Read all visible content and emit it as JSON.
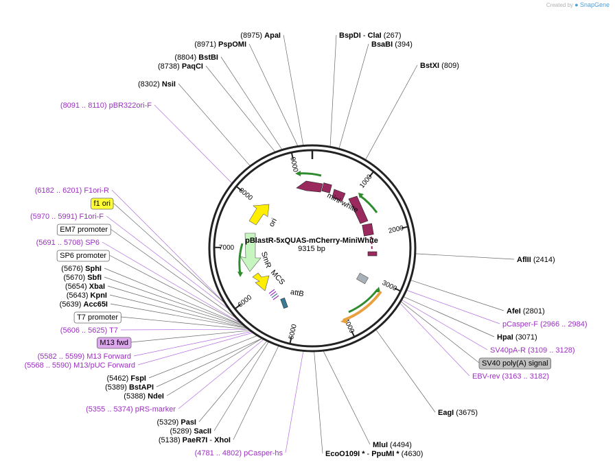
{
  "credit": {
    "prefix": "Created by",
    "brand": "SnapGene"
  },
  "plasmid": {
    "name": "pBlastR-5xQUAS-mCherry-MiniWhite",
    "size": "9315 bp"
  },
  "ticks": [
    "1000",
    "2000",
    "3000",
    "4000",
    "5000",
    "6000",
    "7000",
    "8000",
    "9000"
  ],
  "features": [
    "mini-white",
    "ori",
    "SmR",
    "MCS",
    "attB"
  ],
  "labels": {
    "ApaI": {
      "name": "ApaI",
      "pos": "(8975)"
    },
    "PspOMI": {
      "name": "PspOMI",
      "pos": "(8971)"
    },
    "BstBI": {
      "name": "BstBI",
      "pos": "(8804)"
    },
    "PaqCI": {
      "name": "PaqCI",
      "pos": "(8738)"
    },
    "NsiI": {
      "name": "NsiI",
      "pos": "(8302)"
    },
    "pBR322oriF": {
      "name": "pBR322ori-F",
      "pos": "(8091 .. 8110)"
    },
    "BspDI": {
      "name": "BspDI",
      "sep": "-",
      "name2": "ClaI",
      "pos": "(267)"
    },
    "BsaBI": {
      "name": "BsaBI",
      "pos": "(394)"
    },
    "BstXI": {
      "name": "BstXI",
      "pos": "(809)"
    },
    "AflII": {
      "name": "AflII",
      "pos": "(2414)"
    },
    "AfeI": {
      "name": "AfeI",
      "pos": "(2801)"
    },
    "pCasperF": {
      "name": "pCasper-F",
      "pos": "(2966 .. 2984)"
    },
    "HpaI": {
      "name": "HpaI",
      "pos": "(3071)"
    },
    "SV40pAR": {
      "name": "SV40pA-R",
      "pos": "(3109 .. 3128)"
    },
    "SV40polyA": {
      "name": "SV40 poly(A) signal"
    },
    "EBVrev": {
      "name": "EBV-rev",
      "pos": "(3163 .. 3182)"
    },
    "EagI": {
      "name": "EagI",
      "pos": "(3675)"
    },
    "MluI": {
      "name": "MluI",
      "pos": "(4494)"
    },
    "EcoO109I": {
      "name": "EcoO109I *",
      "sep": "-",
      "name2": "PpuMI *",
      "pos": "(4630)"
    },
    "pCasperhs": {
      "name": "pCasper-hs",
      "pos": "(4781 .. 4802)"
    },
    "F1oriR": {
      "name": "F1ori-R",
      "pos": "(6182 .. 6201)"
    },
    "f1ori": {
      "name": "f1 ori"
    },
    "F1oriF": {
      "name": "F1ori-F",
      "pos": "(5970 .. 5991)"
    },
    "EM7": {
      "name": "EM7 promoter"
    },
    "SP6": {
      "name": "SP6",
      "pos": "(5691 .. 5708)"
    },
    "SP6prom": {
      "name": "SP6 promoter"
    },
    "SphI": {
      "name": "SphI",
      "pos": "(5676)"
    },
    "SbfI": {
      "name": "SbfI",
      "pos": "(5670)"
    },
    "XbaI": {
      "name": "XbaI",
      "pos": "(5654)"
    },
    "KpnI": {
      "name": "KpnI",
      "pos": "(5643)"
    },
    "Acc65I": {
      "name": "Acc65I",
      "pos": "(5639)"
    },
    "T7prom": {
      "name": "T7 promoter"
    },
    "T7": {
      "name": "T7",
      "pos": "(5606 .. 5625)"
    },
    "M13fwdbox": {
      "name": "M13 fwd"
    },
    "M13Forward": {
      "name": "M13 Forward",
      "pos": "(5582 .. 5599)"
    },
    "M13pUC": {
      "name": "M13/pUC Forward",
      "pos": "(5568 .. 5590)"
    },
    "FspI": {
      "name": "FspI",
      "pos": "(5462)"
    },
    "BstAPI": {
      "name": "BstAPI",
      "pos": "(5389)"
    },
    "NdeI": {
      "name": "NdeI",
      "pos": "(5388)"
    },
    "pRSmarker": {
      "name": "pRS-marker",
      "pos": "(5355 .. 5374)"
    },
    "PasI": {
      "name": "PasI",
      "pos": "(5329)"
    },
    "SacII": {
      "name": "SacII",
      "pos": "(5289)"
    },
    "PaeR7I": {
      "name": "PaeR7I",
      "sep": "-",
      "name2": "XhoI",
      "pos": "(5138)"
    }
  },
  "colors": {
    "backbone": "#222222",
    "primer": "#9b2fc0",
    "miniwhite": "#9a2a5e",
    "ori": "#ffee00",
    "smr": "#c6f5c0",
    "attb": "#3a7a99",
    "green_arrow": "#2e8b2e",
    "orange_arrow": "#e8a040",
    "f1ori_box": "#ffff33",
    "m13fwd_box": "#dda8ee",
    "sv40_box": "#c0c0c0"
  }
}
